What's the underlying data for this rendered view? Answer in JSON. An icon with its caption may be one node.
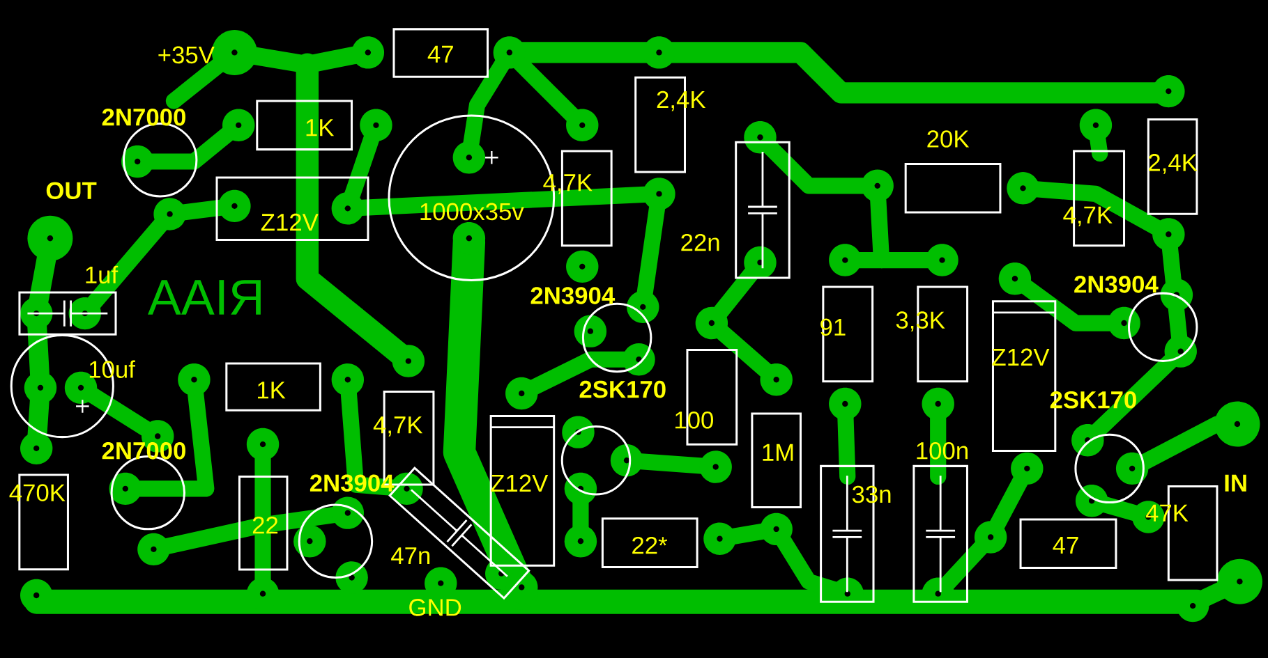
{
  "diagram": {
    "nodes": [
      {
        "text": [
          "47"
        ]
      },
      {
        "text": [
          "2,4K"
        ]
      },
      {
        "text": [
          "2N7000"
        ]
      },
      {
        "text": [
          "1K"
        ]
      },
      {
        "text": [
          "Z12V"
        ]
      },
      {
        "text": [
          "1000x35v"
        ]
      },
      {
        "text": [
          "4,7K"
        ]
      },
      {
        "text": [
          "20K"
        ]
      },
      {
        "text": [
          "22n"
        ]
      },
      {
        "text": [
          "2,4K"
        ]
      },
      {
        "text": [
          "4,7K"
        ]
      },
      {
        "text": [
          "1uf"
        ]
      },
      {
        "text": [
          "2N3904"
        ]
      },
      {
        "text": [
          "91"
        ]
      },
      {
        "text": [
          "3,3K"
        ]
      },
      {
        "text": [
          "2N3904"
        ]
      },
      {
        "text": [
          "Z12V"
        ]
      },
      {
        "text": [
          "10uf"
        ]
      },
      {
        "text": [
          "1K"
        ]
      },
      {
        "text": [
          "100"
        ]
      },
      {
        "text": [
          "4,7K"
        ]
      },
      {
        "text": [
          "2SK170"
        ]
      },
      {
        "text": [
          "2SK170"
        ]
      },
      {
        "text": [
          "Z12V"
        ]
      },
      {
        "text": [
          "1M"
        ]
      },
      {
        "text": [
          "2N7000"
        ]
      },
      {
        "text": [
          "470K"
        ]
      },
      {
        "text": [
          "22"
        ]
      },
      {
        "text": [
          "2N3904"
        ]
      },
      {
        "text": [
          "47n"
        ]
      },
      {
        "text": [
          "22*"
        ]
      },
      {
        "text": [
          "33n"
        ]
      },
      {
        "text": [
          "100n"
        ]
      },
      {
        "text": [
          "47"
        ]
      },
      {
        "text": [
          "47K"
        ]
      }
    ],
    "labels": [
      "+35V",
      "OUT",
      "RIAA",
      "GND",
      "IN"
    ]
  }
}
